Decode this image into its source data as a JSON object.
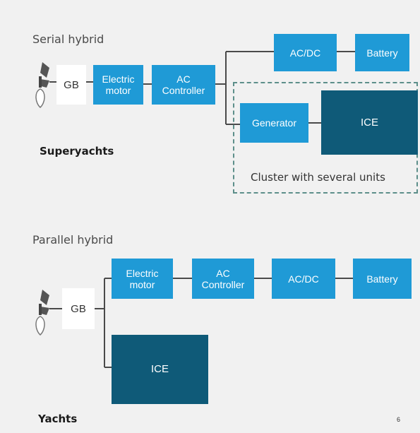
{
  "serial": {
    "title": "Serial hybrid",
    "gb": "GB",
    "electric_motor": "Electric\nmotor",
    "ac_controller": "AC\nController",
    "acdc": "AC/DC",
    "battery": "Battery",
    "generator": "Generator",
    "ice": "ICE",
    "cluster_label": "Cluster with several units",
    "caption": "Superyachts"
  },
  "parallel": {
    "title": "Parallel hybrid",
    "gb": "GB",
    "electric_motor": "Electric\nmotor",
    "ac_controller": "AC\nController",
    "acdc": "AC/DC",
    "battery": "Battery",
    "ice": "ICE",
    "caption": "Yachts"
  },
  "page_number": "6",
  "colors": {
    "light_box": "#1f9ad6",
    "dark_box": "#0f5a78",
    "background": "#f1f1f1",
    "cluster_border": "#5d8f8a"
  }
}
